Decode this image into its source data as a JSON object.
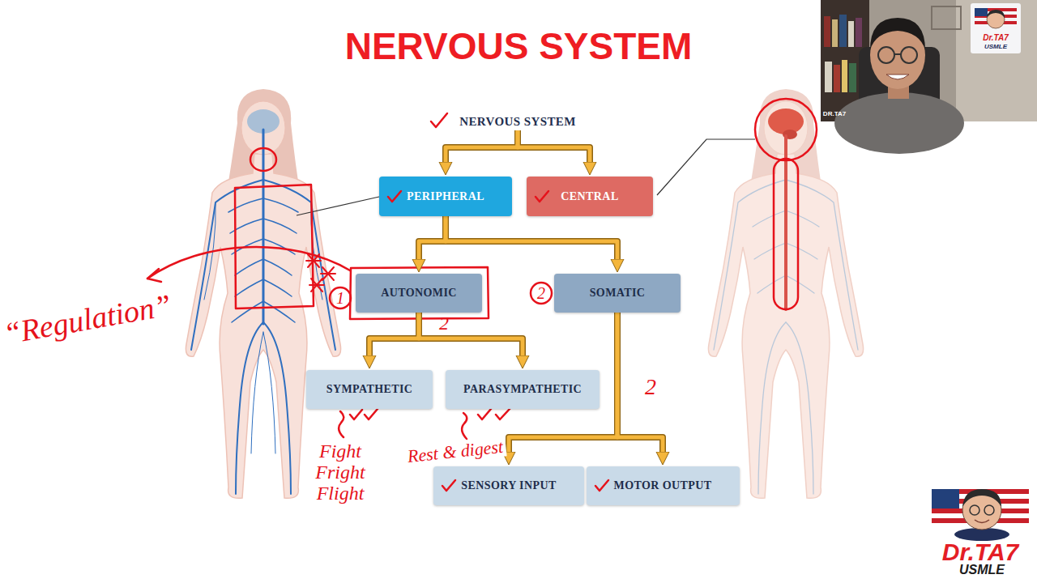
{
  "diagram": {
    "title": "NERVOUS SYSTEM",
    "nodes": [
      {
        "text": [
          "NERVOUS SYSTEM"
        ]
      },
      {
        "text": [
          "PERIPHERAL"
        ]
      },
      {
        "text": [
          "CENTRAL"
        ]
      },
      {
        "text": [
          "AUTONOMIC"
        ]
      },
      {
        "text": [
          "SOMATIC"
        ]
      },
      {
        "text": [
          "SYMPATHETIC"
        ]
      },
      {
        "text": [
          "PARASYMPATHETIC"
        ]
      },
      {
        "text": [
          "SENSORY INPUT"
        ]
      },
      {
        "text": [
          "MOTOR OUTPUT"
        ]
      }
    ],
    "edges": [
      {
        "from": 0,
        "to": 1,
        "arrow": "to"
      },
      {
        "from": 0,
        "to": 2,
        "arrow": "to"
      },
      {
        "from": 1,
        "to": 3,
        "arrow": "to"
      },
      {
        "from": 1,
        "to": 4,
        "arrow": "to"
      },
      {
        "from": 3,
        "to": 5,
        "arrow": "to"
      },
      {
        "from": 3,
        "to": 6,
        "arrow": "to"
      },
      {
        "from": 4,
        "to": 7,
        "arrow": "to"
      },
      {
        "from": 4,
        "to": 8,
        "arrow": "to"
      }
    ],
    "labels": [
      "DR.TA7",
      "Dr.TA7",
      "USMLE",
      "“Regulation”",
      "1",
      "2",
      "2",
      "2",
      "Fight",
      "Fright",
      "Flight",
      "Rest & digest",
      "Dr.TA7",
      "USMLE"
    ]
  }
}
